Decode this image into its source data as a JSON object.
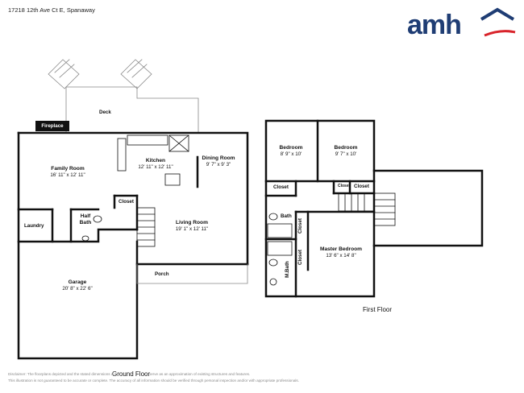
{
  "header": {
    "address": "17218 12th Ave Ct E, Spanaway"
  },
  "logo": {
    "text": "amh",
    "brand_color": "#1f3d74",
    "accent_color": "#d8232a",
    "icon": "house-roof-icon"
  },
  "floors": {
    "ground": "Ground Floor",
    "first": "First Floor"
  },
  "rooms": {
    "deck": {
      "name": "Deck"
    },
    "fireplace": {
      "name": "Fireplace"
    },
    "family_room": {
      "name": "Family Room",
      "dims": "16' 11\" x 12' 11\""
    },
    "kitchen": {
      "name": "Kitchen",
      "dims": "12' 11\" x 12' 11\""
    },
    "dining_room": {
      "name": "Dining Room",
      "dims": "9' 7\" x 9' 3\""
    },
    "closet_ground": {
      "name": "Closet"
    },
    "half_bath": {
      "name": "Half Bath"
    },
    "laundry": {
      "name": "Laundry"
    },
    "living_room": {
      "name": "Living Room",
      "dims": "19' 1\" x 12' 11\""
    },
    "porch": {
      "name": "Porch"
    },
    "garage": {
      "name": "Garage",
      "dims": "20' 8\" x 22' 6\""
    },
    "bedroom_1": {
      "name": "Bedroom",
      "dims": "8' 9\" x 10'"
    },
    "bedroom_2": {
      "name": "Bedroom",
      "dims": "9' 7\" x 10'"
    },
    "closet_1": {
      "name": "Closet"
    },
    "closet_2": {
      "name": "Closet"
    },
    "closet_3": {
      "name": "Closet"
    },
    "bath": {
      "name": "Bath"
    },
    "closet_4": {
      "name": "Closet"
    },
    "closet_5": {
      "name": "Closet"
    },
    "master_bedroom": {
      "name": "Master Bedroom",
      "dims": "13' 6\" x 14' 8\""
    },
    "m_bath": {
      "name": "M.Bath"
    }
  },
  "disclaimer": {
    "line1": "Disclaimer: The floorplans depicted and the stated dimensions are indicative only and serve as an approximation of existing structures and features.",
    "line2": "This illustration is not guaranteed to be accurate or complete. The accuracy of all information should be verified through personal inspection and/or with appropriate professionals."
  }
}
